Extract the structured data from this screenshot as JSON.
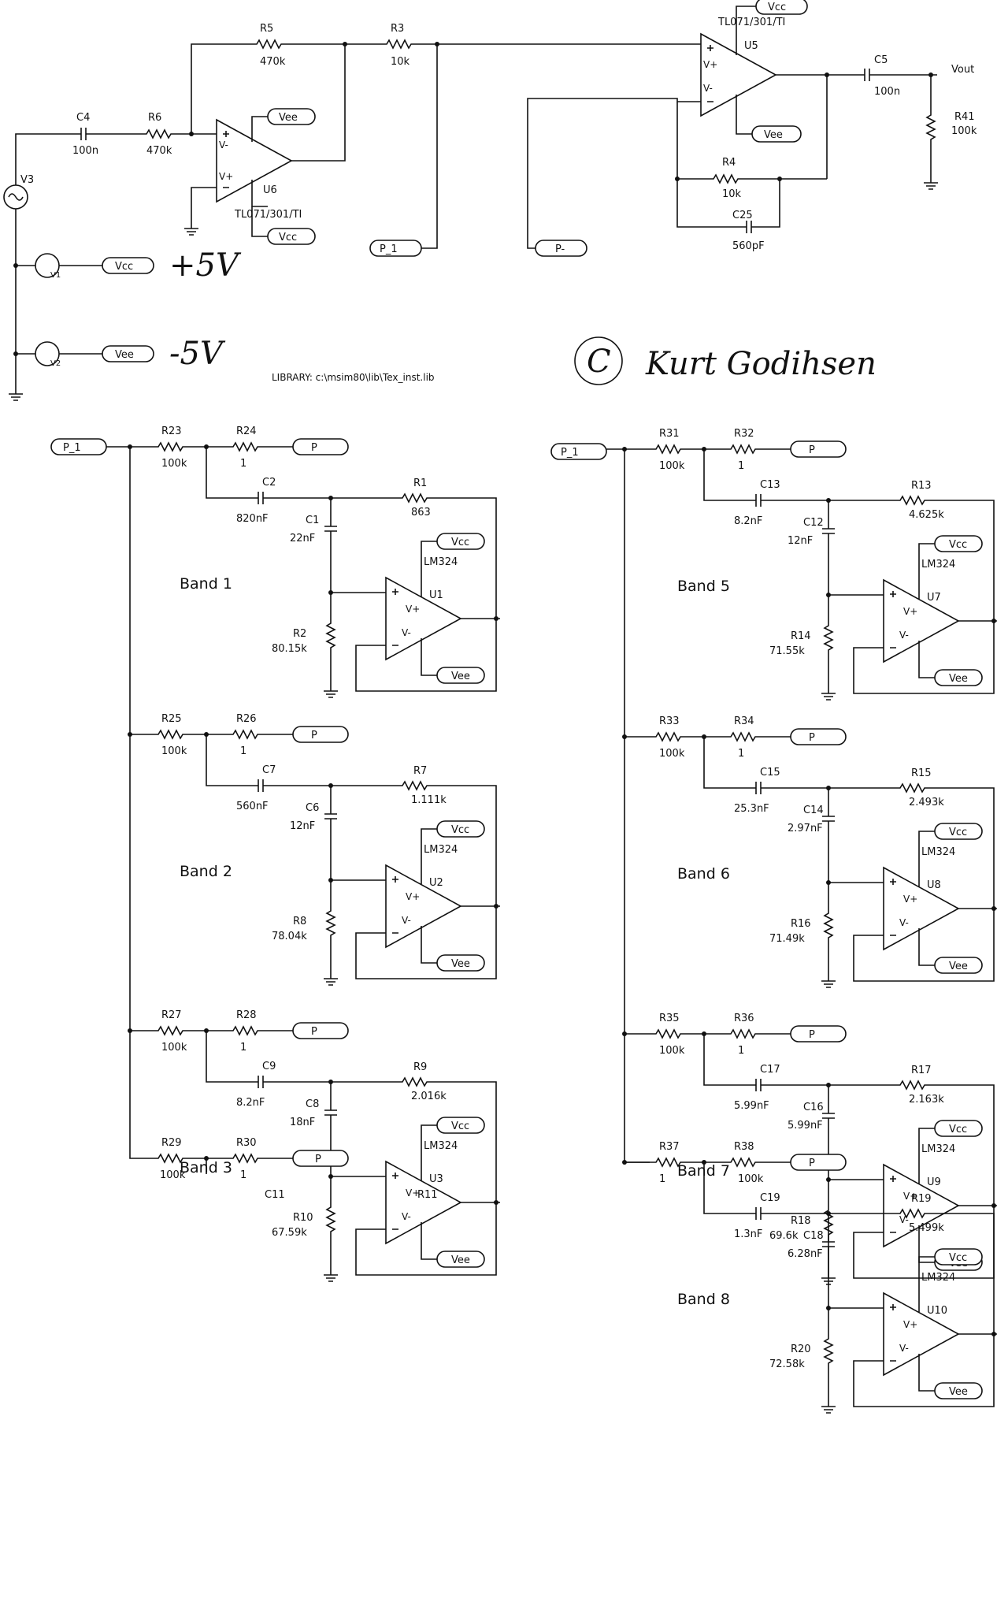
{
  "library": "LIBRARY: c:\\msim80\\lib\\Tex_inst.lib",
  "copyright_mark": "C",
  "copyright_name": "Kurt Godihsen",
  "hand_vcc": "+5V",
  "hand_vee": "-5V",
  "sources": {
    "v3": "V3",
    "v1": "V1",
    "v2": "V2"
  },
  "nets": {
    "vcc": "Vcc",
    "vee": "Vee",
    "p_in": "P_1",
    "p": "P",
    "p_minus": "P-",
    "vout": "Vout"
  },
  "input_stage": {
    "c4": {
      "name": "C4",
      "value": "100n"
    },
    "r6": {
      "name": "R6",
      "value": "470k"
    },
    "r5": {
      "name": "R5",
      "value": "470k"
    },
    "r3": {
      "name": "R3",
      "value": "10k"
    },
    "u6": {
      "name": "U6",
      "part": "TL071/301/TI"
    }
  },
  "output_stage": {
    "u5": {
      "name": "U5",
      "part": "TL071/301/TI"
    },
    "r4": {
      "name": "R4",
      "value": "10k"
    },
    "c25": {
      "name": "C25",
      "value": "560pF"
    },
    "c5": {
      "name": "C5",
      "value": "100n"
    },
    "r41": {
      "name": "R41",
      "value": "100k"
    }
  },
  "bands": [
    {
      "label": "Band 1",
      "ra": "R23",
      "ra_v": "100k",
      "rb": "R24",
      "rb_v": "1",
      "cs": "C2",
      "cs_v": "820nF",
      "rf": "R1",
      "rf_v": "863",
      "cp": "C1",
      "cp_v": "22nF",
      "rg": "R2",
      "rg_v": "80.15k",
      "u": "U1",
      "chip": "LM324"
    },
    {
      "label": "Band 2",
      "ra": "R25",
      "ra_v": "100k",
      "rb": "R26",
      "rb_v": "1",
      "cs": "C7",
      "cs_v": "560nF",
      "rf": "R7",
      "rf_v": "1.111k",
      "cp": "C6",
      "cp_v": "12nF",
      "rg": "R8",
      "rg_v": "78.04k",
      "u": "U2",
      "chip": "LM324"
    },
    {
      "label": "Band 3",
      "ra": "R27",
      "ra_v": "100k",
      "rb": "R28",
      "rb_v": "1",
      "cs": "C9",
      "cs_v": "8.2nF",
      "rf": "R9",
      "rf_v": "2.016k",
      "cp": "C8",
      "cp_v": "18nF",
      "rg": "R10",
      "rg_v": "67.59k",
      "u": "U3",
      "chip": "LM324"
    },
    {
      "label": "Band 5",
      "ra": "R31",
      "ra_v": "100k",
      "rb": "R32",
      "rb_v": "1",
      "cs": "C13",
      "cs_v": "8.2nF",
      "rf": "R13",
      "rf_v": "4.625k",
      "cp": "C12",
      "cp_v": "12nF",
      "rg": "R14",
      "rg_v": "71.55k",
      "u": "U7",
      "chip": "LM324"
    },
    {
      "label": "Band 6",
      "ra": "R33",
      "ra_v": "100k",
      "rb": "R34",
      "rb_v": "1",
      "cs": "C15",
      "cs_v": "25.3nF",
      "rf": "R15",
      "rf_v": "2.493k",
      "cp": "C14",
      "cp_v": "2.97nF",
      "rg": "R16",
      "rg_v": "71.49k",
      "u": "U8",
      "chip": "LM324"
    },
    {
      "label": "Band 7",
      "ra": "R35",
      "ra_v": "100k",
      "rb": "R36",
      "rb_v": "1",
      "cs": "C17",
      "cs_v": "5.99nF",
      "rf": "R17",
      "rf_v": "2.163k",
      "cp": "C16",
      "cp_v": "5.99nF",
      "rg": "R18",
      "rg_v": "69.6k",
      "u": "U9",
      "chip": "LM324"
    },
    {
      "label": "Band 8",
      "ra": "R37",
      "ra_v": "1",
      "rb": "R38",
      "rb_v": "100k",
      "cs": "C19",
      "cs_v": "1.3nF",
      "rf": "R19",
      "rf_v": "5.499k",
      "cp": "C18",
      "cp_v": "6.28nF",
      "rg": "R20",
      "rg_v": "72.58k",
      "u": "U10",
      "chip": "LM324"
    }
  ],
  "band4_partial": {
    "ra": "R29",
    "ra_v": "100k",
    "rb": "R30",
    "rb_v": "1",
    "c": "C11",
    "r": "R11"
  }
}
